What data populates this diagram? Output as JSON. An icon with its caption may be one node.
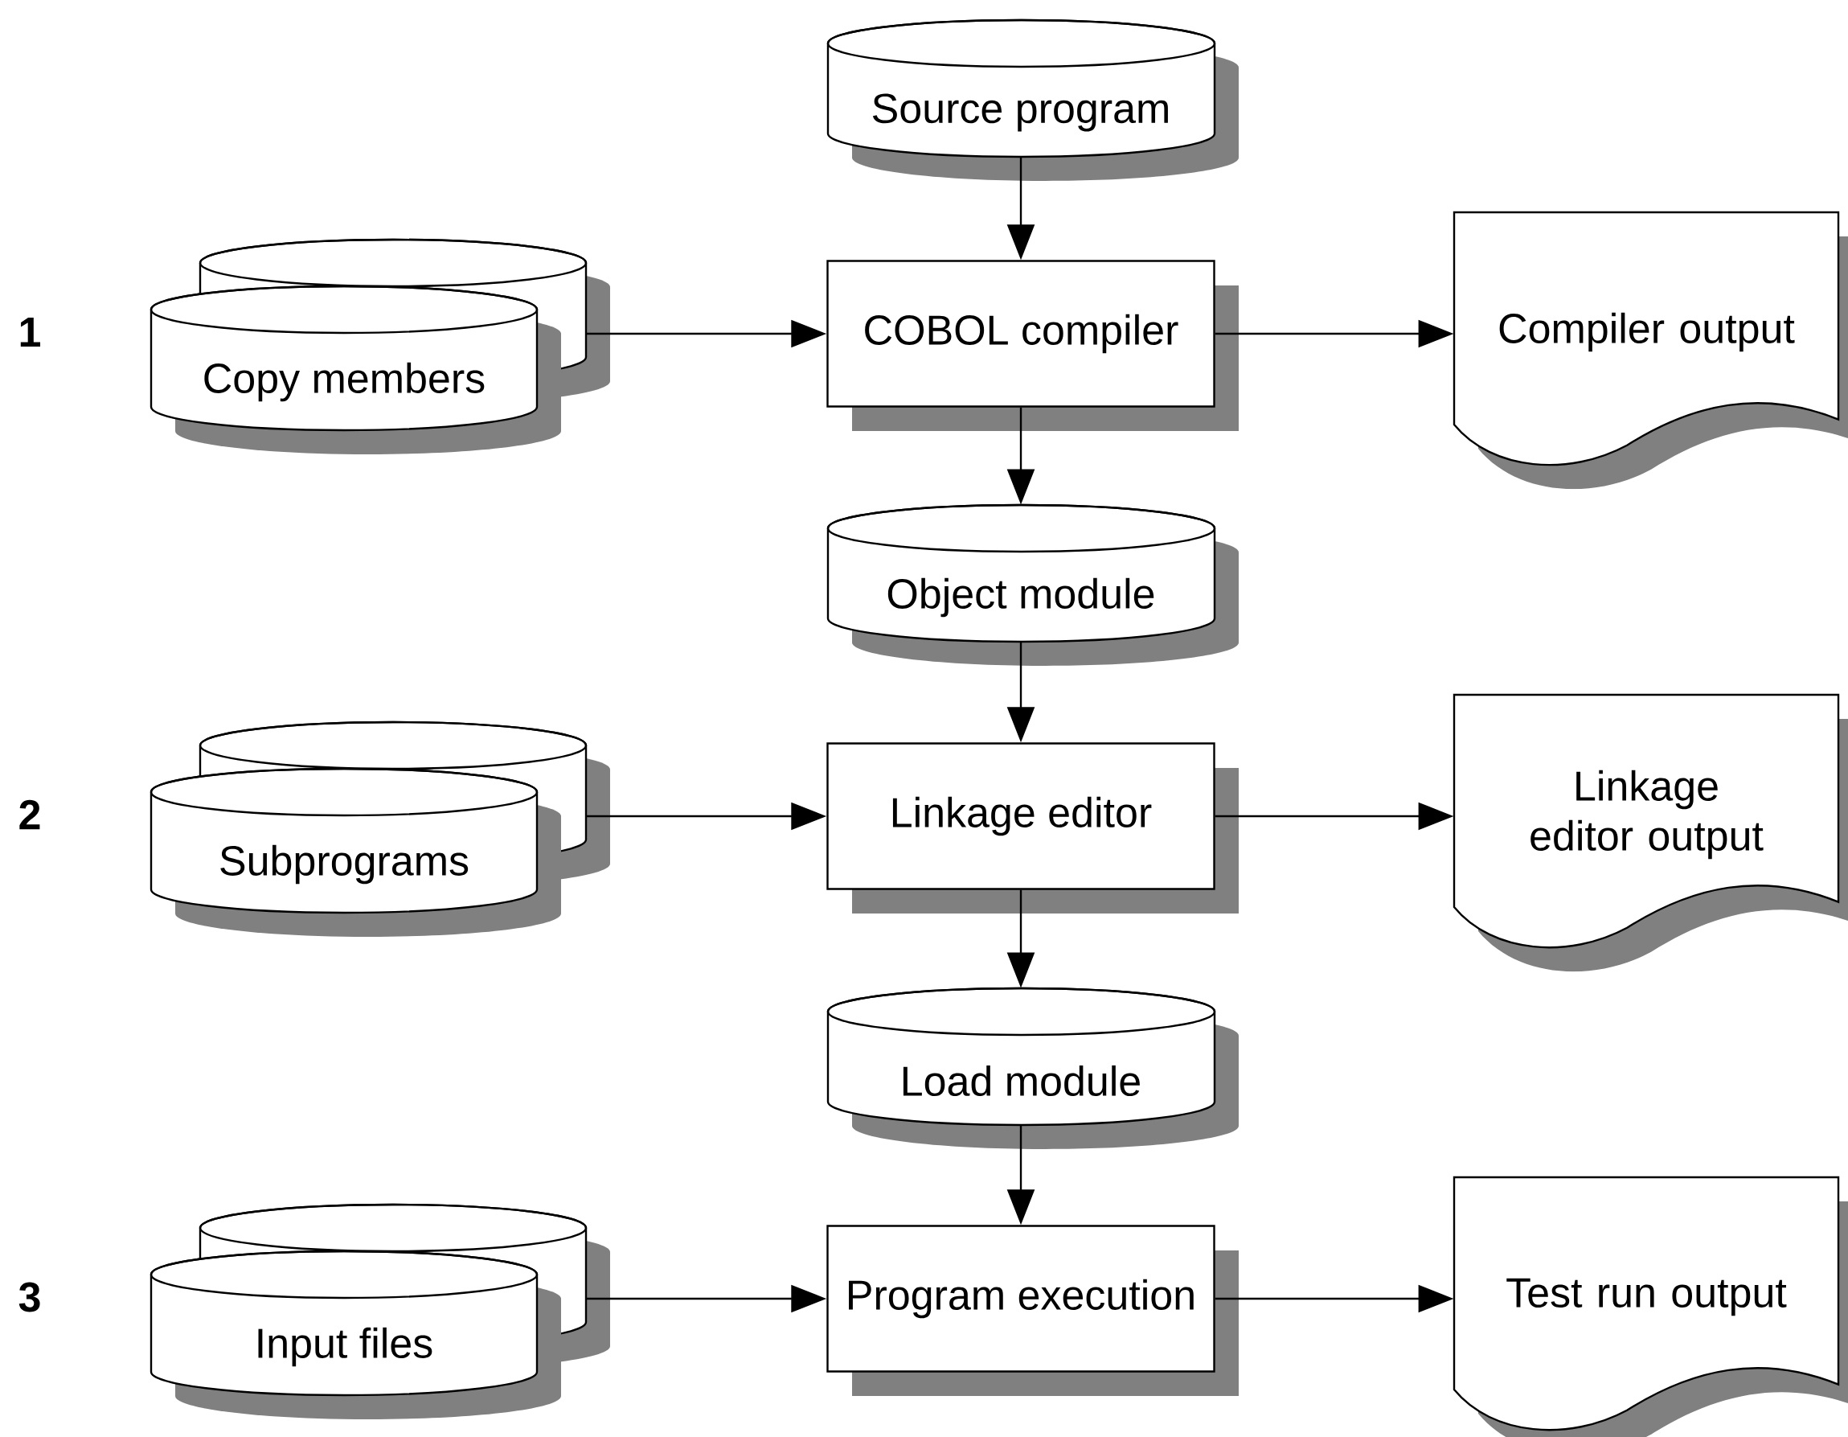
{
  "diagram": {
    "nodes": [
      {
        "text": [
          "Source program"
        ]
      },
      {
        "text": [
          "Copy members"
        ]
      },
      {
        "text": [
          "COBOL compiler"
        ]
      },
      {
        "text": [
          "Compiler output"
        ]
      },
      {
        "text": [
          "Object module"
        ]
      },
      {
        "text": [
          "Subprograms"
        ]
      },
      {
        "text": [
          "Linkage editor"
        ]
      },
      {
        "text": [
          "Linkage editor output"
        ]
      },
      {
        "text": [
          "Load module"
        ]
      },
      {
        "text": [
          "Input files"
        ]
      },
      {
        "text": [
          "Program execution"
        ]
      },
      {
        "text": [
          "Test run output"
        ]
      }
    ],
    "edges": [
      {
        "from": 0,
        "to": 2,
        "arrow": "to"
      },
      {
        "from": 1,
        "to": 2,
        "arrow": "to"
      },
      {
        "from": 2,
        "to": 3,
        "arrow": "to"
      },
      {
        "from": 2,
        "to": 4,
        "arrow": "to"
      },
      {
        "from": 4,
        "to": 6,
        "arrow": "to"
      },
      {
        "from": 5,
        "to": 6,
        "arrow": "to"
      },
      {
        "from": 6,
        "to": 7,
        "arrow": "to"
      },
      {
        "from": 6,
        "to": 8,
        "arrow": "to"
      },
      {
        "from": 8,
        "to": 10,
        "arrow": "to"
      },
      {
        "from": 9,
        "to": 10,
        "arrow": "to"
      },
      {
        "from": 10,
        "to": 11,
        "arrow": "to"
      }
    ],
    "labels": [
      "1",
      "2",
      "3"
    ]
  }
}
